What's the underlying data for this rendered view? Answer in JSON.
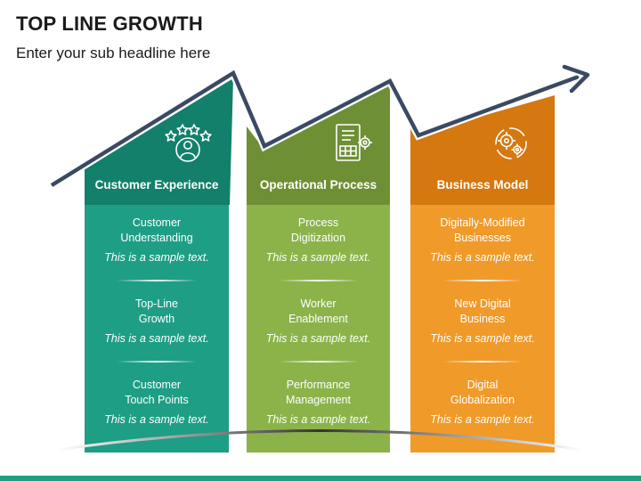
{
  "header": {
    "title": "TOP LINE GROWTH",
    "subtitle": "Enter your sub headline here"
  },
  "colors": {
    "teal": "#1e9e85",
    "green": "#8bb34a",
    "orange": "#f09a2a",
    "arrow": "#3b4a63"
  },
  "columns": [
    {
      "heading": "Customer Experience",
      "icon": "customer-rating-icon",
      "items": [
        {
          "title": "Customer\nUnderstanding",
          "text": "This is a sample text."
        },
        {
          "title": "Top-Line\nGrowth",
          "text": "This is a sample text."
        },
        {
          "title": "Customer\nTouch Points",
          "text": "This is a sample text."
        }
      ]
    },
    {
      "heading": "Operational Process",
      "icon": "process-document-icon",
      "items": [
        {
          "title": "Process\nDigitization",
          "text": "This is a sample text."
        },
        {
          "title": "Worker\nEnablement",
          "text": "This is a sample text."
        },
        {
          "title": "Performance\nManagement",
          "text": "This is a sample text."
        }
      ]
    },
    {
      "heading": "Business Model",
      "icon": "gears-cycle-icon",
      "items": [
        {
          "title": "Digitally-Modified\nBusinesses",
          "text": "This is a sample text."
        },
        {
          "title": "New Digital\nBusiness",
          "text": "This is a sample text."
        },
        {
          "title": "Digital\nGlobalization",
          "text": "This is a sample text."
        }
      ]
    }
  ]
}
